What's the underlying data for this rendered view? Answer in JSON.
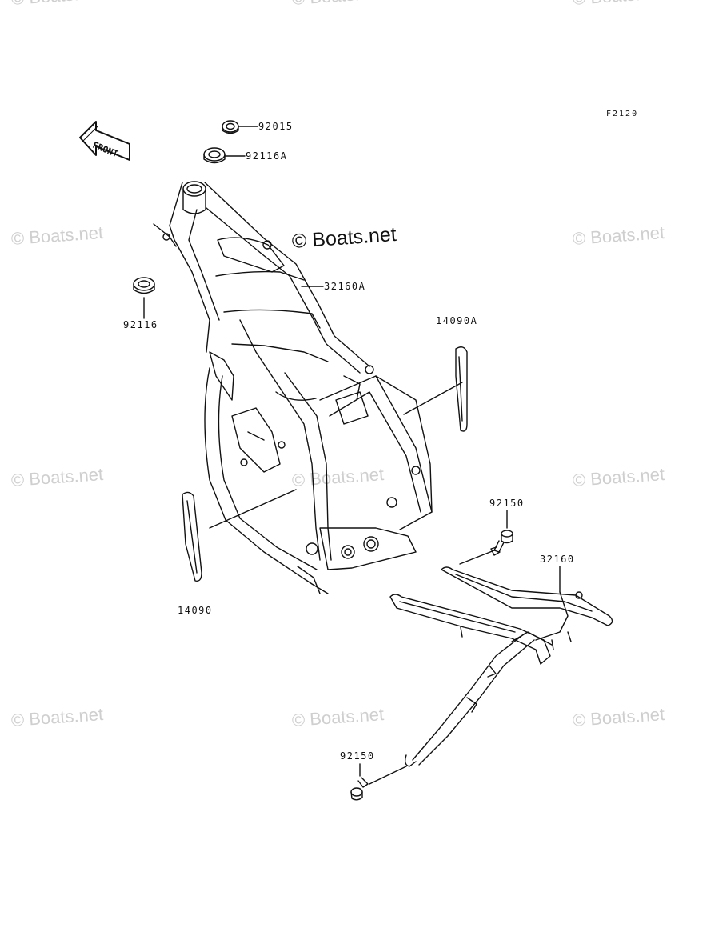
{
  "figure_code": "F2120",
  "front_label": "FRONT",
  "copyright_main": "© Boats.net",
  "watermark_text": "© Boats.net",
  "parts": [
    {
      "id": "p92015",
      "label": "92015"
    },
    {
      "id": "p92116A",
      "label": "92116A"
    },
    {
      "id": "p32160A",
      "label": "32160A"
    },
    {
      "id": "p92116",
      "label": "92116"
    },
    {
      "id": "p14090A",
      "label": "14090A"
    },
    {
      "id": "p92150_top",
      "label": "92150"
    },
    {
      "id": "p32160",
      "label": "32160"
    },
    {
      "id": "p14090",
      "label": "14090"
    },
    {
      "id": "p92150_bottom",
      "label": "92150"
    }
  ],
  "colors": {
    "line": "#111111",
    "watermark": "#cfcfcf"
  }
}
